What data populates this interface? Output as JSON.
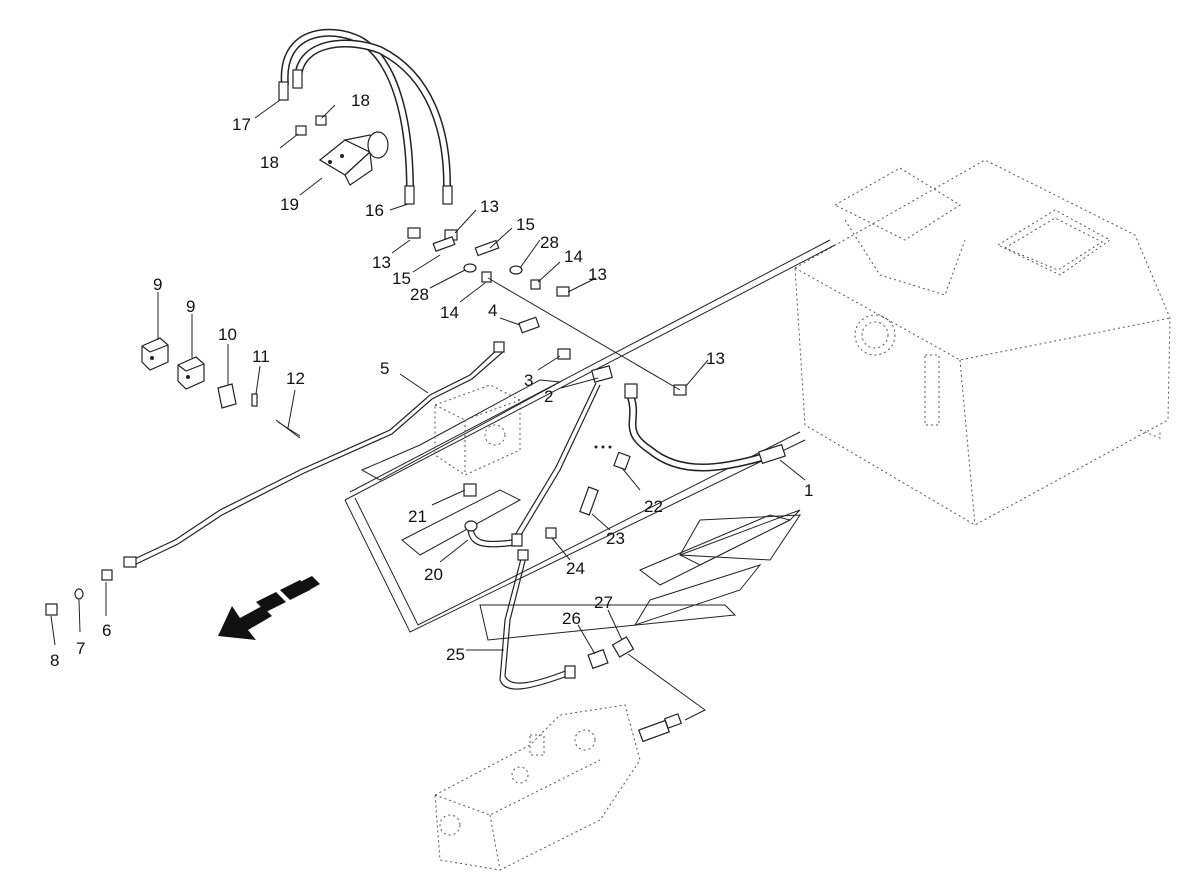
{
  "labels": {
    "p1": "1",
    "p2": "2",
    "p3": "3",
    "p4": "4",
    "p5": "5",
    "p6": "6",
    "p7": "7",
    "p8": "8",
    "p9a": "9",
    "p9b": "9",
    "p10": "10",
    "p11": "11",
    "p12": "12",
    "p13a": "13",
    "p13b": "13",
    "p13c": "13",
    "p13d": "13",
    "p14a": "14",
    "p14b": "14",
    "p15a": "15",
    "p15b": "15",
    "p16": "16",
    "p17": "17",
    "p18a": "18",
    "p18b": "18",
    "p19": "19",
    "p20": "20",
    "p21": "21",
    "p22": "22",
    "p23": "23",
    "p24": "24",
    "p25": "25",
    "p26": "26",
    "p27": "27",
    "p28a": "28",
    "p28b": "28"
  },
  "colors": {
    "line": "#222222",
    "background": "#ffffff"
  },
  "icons": {
    "direction_arrow": "forward-arrow-icon"
  }
}
